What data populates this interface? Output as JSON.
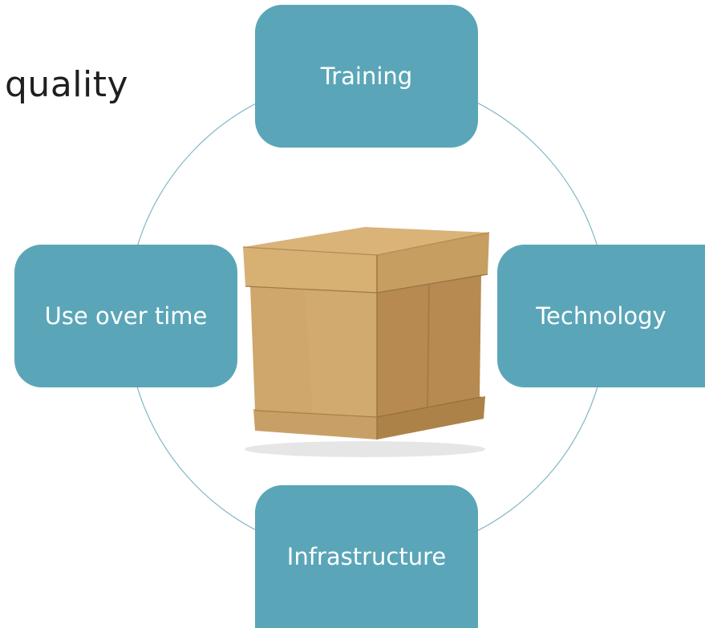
{
  "heading": "quality",
  "nodes": {
    "training": "Training",
    "technology": "Technology",
    "infrastructure": "Infrastructure",
    "use_over_time": "Use over time"
  },
  "colors": {
    "node_fill": "#5aa6b8",
    "ring_stroke": "#7fb6c4",
    "box_light": "#dcb77f",
    "box_mid": "#c99f64",
    "box_dark": "#a97f47"
  },
  "image": {
    "subject": "cardboard-box"
  }
}
